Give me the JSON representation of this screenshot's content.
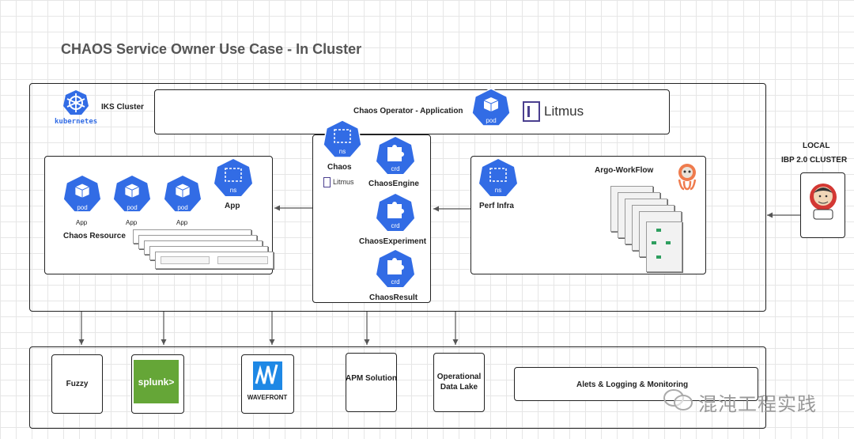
{
  "title": "CHAOS Service Owner Use Case - In Cluster",
  "kubernetes_label": "kubernetes",
  "iks_cluster": "IKS Cluster",
  "chaos_operator": "Chaos Operator - Application",
  "pod_label": "pod",
  "litmus_label": "Litmus",
  "ns_label": "ns",
  "crd_label": "crd",
  "chaos_label": "Chaos",
  "chaos_engine": "ChaosEngine",
  "chaos_experiment": "ChaosExperiment",
  "chaos_result": "ChaosResult",
  "app_label": "App",
  "chaos_resource": "Chaos Resource",
  "perf_infra": "Perf Infra",
  "argo_workflow": "Argo-WorkFlow",
  "local": "LOCAL",
  "ibp_cluster": "IBP 2.0 CLUSTER",
  "fuzzy": "Fuzzy",
  "splunk": "splunk>",
  "wavefront": "WAVEFRONT",
  "apm": "APM Solution",
  "operational": "Operational Data Lake",
  "alerts": "Alets & Logging &  Monitoring",
  "watermark": "混沌工程实践",
  "colors": {
    "k8s_blue": "#326ce5",
    "splunk_green": "#65a637",
    "wavefront_blue": "#1e88e5"
  }
}
